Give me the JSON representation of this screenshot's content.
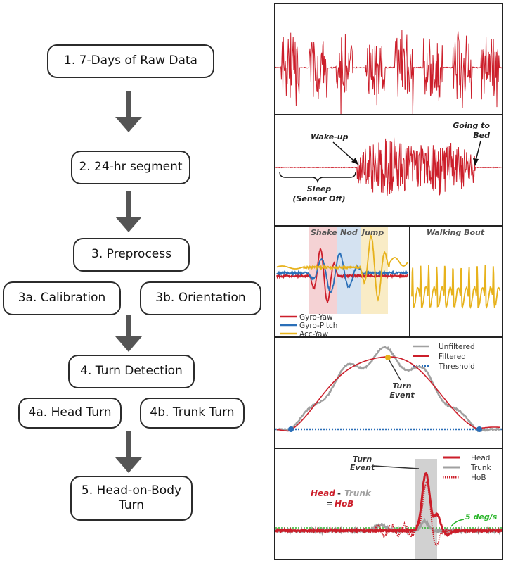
{
  "flow": {
    "step1": "1. 7-Days of Raw Data",
    "step2": "2. 24-hr segment",
    "step3": "3. Preprocess",
    "step3a": "3a. Calibration",
    "step3b": "3b. Orientation",
    "step4": "4. Turn Detection",
    "step4a": "4a. Head Turn",
    "step4b": "4b. Trunk Turn",
    "step5_line1": "5. Head-on-Body",
    "step5_line2": "Turn"
  },
  "panel2": {
    "wake": "Wake-up",
    "bed_line1": "Going to",
    "bed_line2": "Bed",
    "sleep_line1": "Sleep",
    "sleep_line2": "(Sensor Off)"
  },
  "panel3": {
    "shake": "Shake",
    "nod": "Nod",
    "jump": "Jump",
    "walking": "Walking Bout",
    "legend": [
      "Gyro-Yaw",
      "Gyro-Pitch",
      "Acc-Yaw"
    ]
  },
  "panel4": {
    "legend": [
      "Unfiltered",
      "Filtered",
      "Threshold"
    ],
    "event_line1": "Turn",
    "event_line2": "Event"
  },
  "panel5": {
    "legend": [
      "Head",
      "Trunk",
      "HoB"
    ],
    "event_line1": "Turn",
    "event_line2": "Event",
    "eq_head": "Head",
    "eq_minus": "-",
    "eq_trunk": "Trunk",
    "eq_equals": "=",
    "eq_hob": "HoB",
    "threshold": "5 deg/s"
  },
  "colors": {
    "red": "#cc1e2a",
    "blue": "#2a6fb8",
    "yellow": "#e7b21c",
    "gray": "#a0a0a0",
    "green": "#28b528",
    "dot_blue": "#2a6fb8"
  }
}
